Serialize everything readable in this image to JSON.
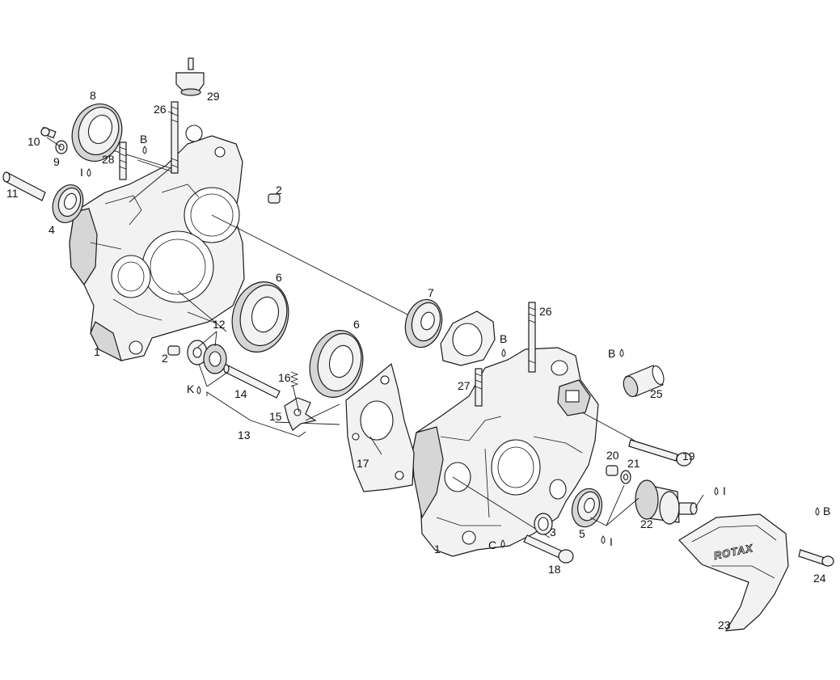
{
  "callouts": [
    {
      "id": "c8",
      "text": "8"
    },
    {
      "id": "c10",
      "text": "10"
    },
    {
      "id": "c9",
      "text": "9"
    },
    {
      "id": "c26a",
      "text": "26"
    },
    {
      "id": "c29",
      "text": "29"
    },
    {
      "id": "cBa",
      "text": "B"
    },
    {
      "id": "c28",
      "text": "28"
    },
    {
      "id": "cIa",
      "text": "I"
    },
    {
      "id": "c11",
      "text": "11"
    },
    {
      "id": "c4",
      "text": "4"
    },
    {
      "id": "c2a",
      "text": "2"
    },
    {
      "id": "c6a",
      "text": "6"
    },
    {
      "id": "c12",
      "text": "12"
    },
    {
      "id": "c1a",
      "text": "1"
    },
    {
      "id": "c2b",
      "text": "2"
    },
    {
      "id": "cK",
      "text": "K"
    },
    {
      "id": "c14",
      "text": "14"
    },
    {
      "id": "c16",
      "text": "16"
    },
    {
      "id": "c15",
      "text": "15"
    },
    {
      "id": "c13",
      "text": "13"
    },
    {
      "id": "c6b",
      "text": "6"
    },
    {
      "id": "c7",
      "text": "7"
    },
    {
      "id": "c26b",
      "text": "26"
    },
    {
      "id": "cBb",
      "text": "B"
    },
    {
      "id": "c27",
      "text": "27"
    },
    {
      "id": "cBc",
      "text": "B"
    },
    {
      "id": "c25",
      "text": "25"
    },
    {
      "id": "c17",
      "text": "17"
    },
    {
      "id": "c19",
      "text": "19"
    },
    {
      "id": "c20",
      "text": "20"
    },
    {
      "id": "c21",
      "text": "21"
    },
    {
      "id": "cIb",
      "text": "I"
    },
    {
      "id": "c5",
      "text": "5"
    },
    {
      "id": "cIc",
      "text": "I"
    },
    {
      "id": "c22",
      "text": "22"
    },
    {
      "id": "c3",
      "text": "3"
    },
    {
      "id": "cC",
      "text": "C"
    },
    {
      "id": "c1b",
      "text": "1"
    },
    {
      "id": "c18",
      "text": "18"
    },
    {
      "id": "cBd",
      "text": "B"
    },
    {
      "id": "c24",
      "text": "24"
    },
    {
      "id": "c23",
      "text": "23"
    }
  ],
  "cover_brand": "ROTAX",
  "colors": {
    "line": "#1a1a1a",
    "fill": "#f2f2f2",
    "shade": "#d6d6d6",
    "background": "#ffffff"
  }
}
